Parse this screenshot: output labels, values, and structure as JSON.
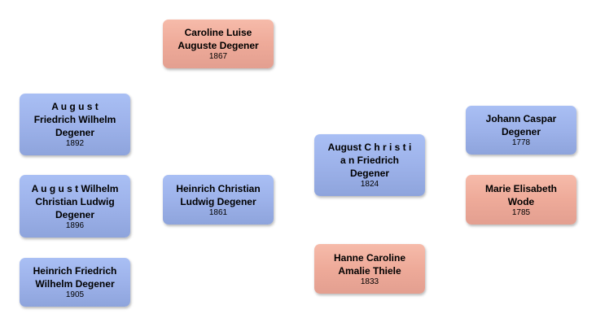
{
  "diagram": {
    "type": "family-tree",
    "people": {
      "caroline": {
        "name": "Caroline Luise\nAuguste Degener",
        "year": "1867",
        "sex": "female"
      },
      "august_fw": {
        "name": "A u g u s t\nFriedrich Wilhelm\nDegener",
        "year": "1892",
        "sex": "male"
      },
      "august_wc": {
        "name": "A u g u s t Wilhelm\nChristian Ludwig\nDegener",
        "year": "1896",
        "sex": "male"
      },
      "heinrich_fw": {
        "name": "Heinrich Friedrich\nWilhelm Degener",
        "year": "1905",
        "sex": "male"
      },
      "heinrich_cl": {
        "name": "Heinrich Christian\nLudwig Degener",
        "year": "1861",
        "sex": "male"
      },
      "august_cf": {
        "name": "August C h r i s t i\na n Friedrich\nDegener",
        "year": "1824",
        "sex": "male"
      },
      "hanne": {
        "name": "Hanne Caroline\nAmalie Thiele",
        "year": "1833",
        "sex": "female"
      },
      "johann": {
        "name": "Johann Caspar\nDegener",
        "year": "1778",
        "sex": "male"
      },
      "marie": {
        "name": "Marie Elisabeth\nWode",
        "year": "1785",
        "sex": "female"
      }
    },
    "colors": {
      "male": "#9db2ea",
      "female": "#eeaa99"
    }
  }
}
